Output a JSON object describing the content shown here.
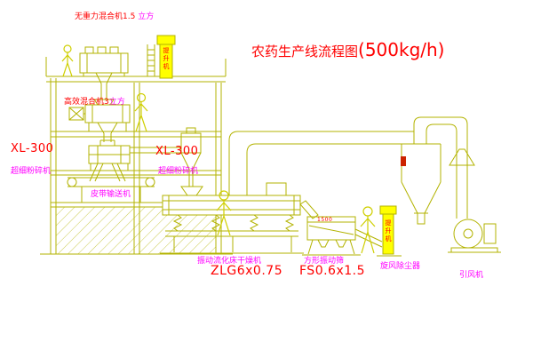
{
  "title": {
    "text": "农药生产线流程图",
    "capacity": "(500kg/h)"
  },
  "labels": {
    "gravity_mixer": {
      "name": "无重力混合机1.5",
      "unit": " 立方"
    },
    "high_eff_mixer": {
      "name": "高效混合机3",
      "unit": "立方"
    },
    "mill_left": {
      "model": "XL-300",
      "name": "超细粉碎机"
    },
    "mill_center": {
      "model": "XL-300",
      "name": "超细粉碎机"
    },
    "belt_conveyor": "皮带输送机",
    "dryer": {
      "name": "振动流化床干燥机",
      "model": "ZLG6x0.75"
    },
    "screen": {
      "name": "方形振动筛",
      "model": "FS0.6x1.5",
      "dim": "1500"
    },
    "cyclone": "旋风除尘器",
    "fan": "引风机",
    "elevator_top": "提升机",
    "elevator_bottom": "提升机"
  },
  "colors": {
    "line": "#b3b300",
    "figure": "#cfcf00",
    "elevator_fill": "#ffff00",
    "label_red": "#ff0000",
    "label_magenta": "#ff00ff",
    "background": "#ffffff"
  }
}
